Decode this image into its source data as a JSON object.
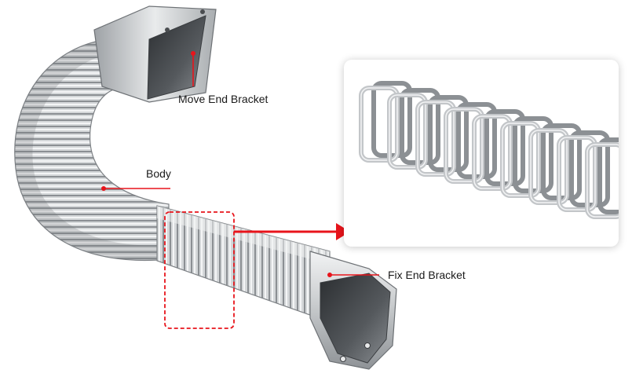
{
  "labels": {
    "move_end": "Move End Bracket",
    "body": "Body",
    "fix_end": "Fix End Bracket"
  },
  "colors": {
    "callout": "#e8141b",
    "steel_light": "#e4e6e8",
    "steel_mid": "#b7babd",
    "steel_dark": "#5e6266"
  },
  "detail": {
    "loop_count": 9
  }
}
